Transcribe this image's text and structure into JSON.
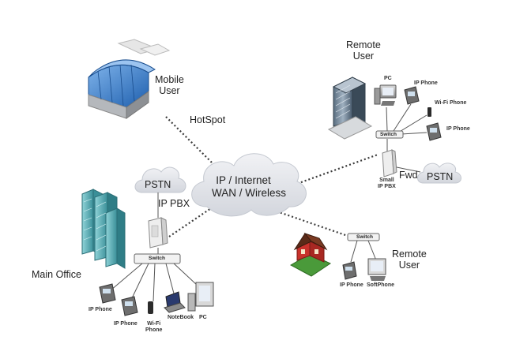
{
  "cloud": {
    "line1": "IP / Internet",
    "line2": "WAN / Wireless"
  },
  "hotspot_label": "HotSpot",
  "mobile_user": {
    "line1": "Mobile",
    "line2": "User"
  },
  "remote_user_top": {
    "line1": "Remote",
    "line2": "User",
    "devices": {
      "pc": "PC",
      "ip_phone_1": "IP Phone",
      "wifi_phone": "Wi-Fi Phone",
      "ip_phone_2": "IP Phone",
      "switch": "Switch",
      "small_ip_pbx_1": "Small",
      "small_ip_pbx_2": "IP PBX",
      "fwd": "Fwd",
      "pstn": "PSTN"
    }
  },
  "main_office": {
    "label": "Main Office",
    "pstn": "PSTN",
    "ip_pbx": "IP PBX",
    "switch": "Switch",
    "devices": {
      "ip_phone_1": "IP Phone",
      "ip_phone_2": "IP Phone",
      "wifi_phone_1": "Wi-Fi",
      "wifi_phone_2": "Phone",
      "notebook": "NoteBook",
      "pc": "PC"
    }
  },
  "remote_user_bottom": {
    "line1": "Remote",
    "line2": "User",
    "switch": "Switch",
    "devices": {
      "ip_phone": "IP Phone",
      "softphone": "SoftPhone"
    }
  },
  "colors": {
    "cloud": "#e3e5ea",
    "link_dotted": "#3c3c3c",
    "building_blue": "#2a6fc4",
    "house_red": "#c8322c",
    "grass": "#4a9a3a",
    "switch_fill": "#f2f2f2"
  }
}
